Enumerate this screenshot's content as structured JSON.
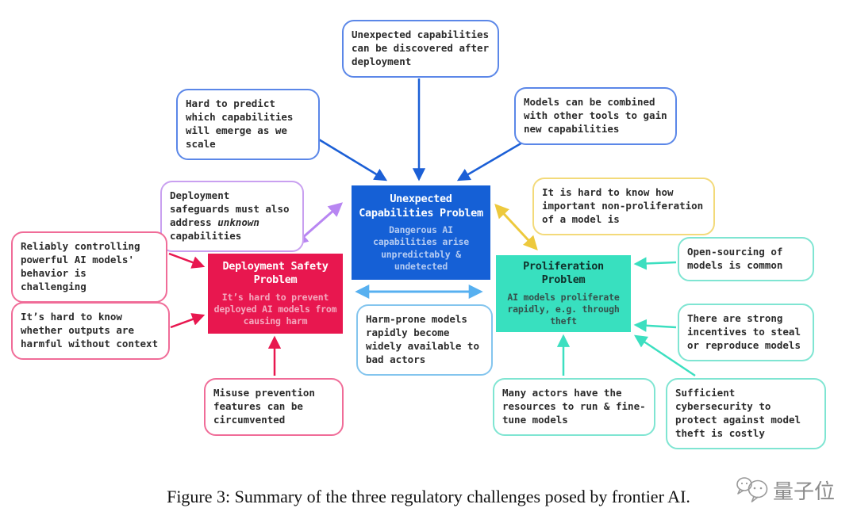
{
  "palette": {
    "node_blue": "#1560d6",
    "node_blue_subtitle": "#b4cbf2",
    "node_red": "#e8174f",
    "node_red_subtitle": "#f4a9bf",
    "node_teal": "#38e0bf",
    "border_blue": "#5b87e8",
    "border_light_blue": "#84c5ee",
    "border_purple": "#c9a0f0",
    "border_pink": "#f06c98",
    "border_yellow": "#f3da7a",
    "border_teal": "#7fe5d2",
    "arrow_blue": "#1b5fd6",
    "arrow_purple": "#b886f2",
    "arrow_yellow": "#edc93d",
    "arrow_light_blue": "#57b0f0",
    "arrow_red": "#e8174f",
    "arrow_teal": "#3cdfc0",
    "text_dark": "#2b2b2b",
    "watermark_gray": "#8c8c8c"
  },
  "nodes": {
    "unexpected": {
      "title": "Unexpected Capabilities Problem",
      "subtitle": "Dangerous AI capabilities arise unpredictably & undetected"
    },
    "deployment": {
      "title": "Deployment Safety Problem",
      "subtitle": "It’s hard to prevent deployed AI models from causing harm"
    },
    "proliferation": {
      "title": "Proliferation Problem",
      "subtitle": "AI models proliferate rapidly, e.g. through theft"
    }
  },
  "callouts": {
    "discovered_after_deployment": "Unexpected capabilities can be discovered after deployment",
    "hard_to_predict": "Hard to predict which capabilities will emerge as we scale",
    "models_combined": "Models can be combined with other tools to gain new capabilities",
    "deployment_safeguards": {
      "before": "Deployment safeguards must also address ",
      "italic": "unknown",
      "after": " capabilities"
    },
    "reliably_controlling": "Reliably controlling powerful AI models' behavior is challenging",
    "outputs_harmful": "It’s hard to know whether outputs are harmful without context",
    "misuse_prevention": "Misuse prevention features can be circumvented",
    "harm_prone": "Harm-prone models rapidly become widely available to bad actors",
    "non_proliferation": "It is hard to know how important non-proliferation of a model is",
    "open_sourcing": "Open-sourcing of models is common",
    "strong_incentives": "There are strong incentives to steal or reproduce models",
    "many_actors": "Many actors have the resources to run & fine-tune models",
    "cybersecurity": "Sufficient cybersecurity to protect against model theft is costly"
  },
  "caption": "Figure 3: Summary of the three regulatory challenges posed by frontier AI.",
  "watermark": "量子位"
}
